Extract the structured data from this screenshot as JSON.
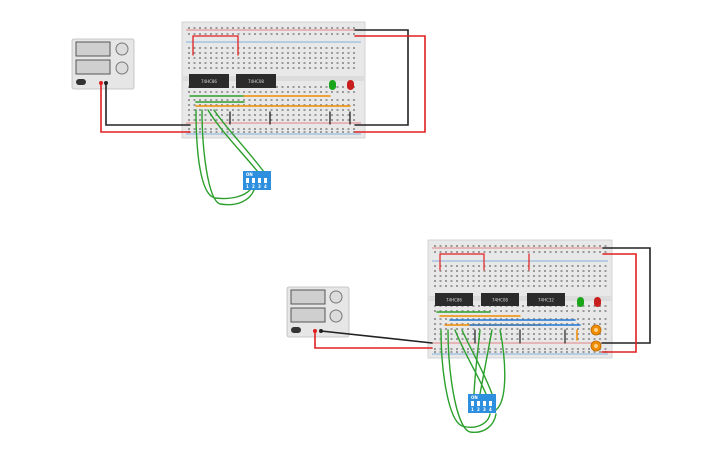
{
  "app": {
    "title": "Circuit simulator workspace"
  },
  "colors": {
    "background": "#ffffff",
    "breadboard": "#e8e8e8",
    "wire_red": "#e02020",
    "wire_black": "#222222",
    "wire_green": "#2ca02c",
    "wire_orange": "#f08c00",
    "wire_blue": "#1f77d4",
    "chip": "#2b2b2b",
    "dip_switch": "#2f8fdf",
    "led_green": "#1aa51a",
    "led_red": "#c81e1e"
  },
  "circuit_top": {
    "chips": [
      {
        "label": "74HC86",
        "icon": "ic-chip-icon"
      },
      {
        "label": "74HC08",
        "icon": "ic-chip-icon"
      }
    ],
    "dip_switch": {
      "header": "ON",
      "positions": [
        "1",
        "2",
        "3",
        "4"
      ]
    },
    "leds": [
      "green",
      "red"
    ],
    "power_supply": {
      "icon": "power-supply-icon"
    }
  },
  "circuit_bottom": {
    "chips": [
      {
        "label": "74HC86",
        "icon": "ic-chip-icon"
      },
      {
        "label": "74HC08",
        "icon": "ic-chip-icon"
      },
      {
        "label": "74HC32",
        "icon": "ic-chip-icon"
      }
    ],
    "dip_switch": {
      "header": "ON",
      "positions": [
        "1",
        "2",
        "3",
        "4"
      ]
    },
    "leds": [
      "green",
      "red"
    ],
    "resistors": [
      "resistor-1",
      "resistor-2"
    ],
    "power_supply": {
      "icon": "power-supply-icon"
    }
  }
}
